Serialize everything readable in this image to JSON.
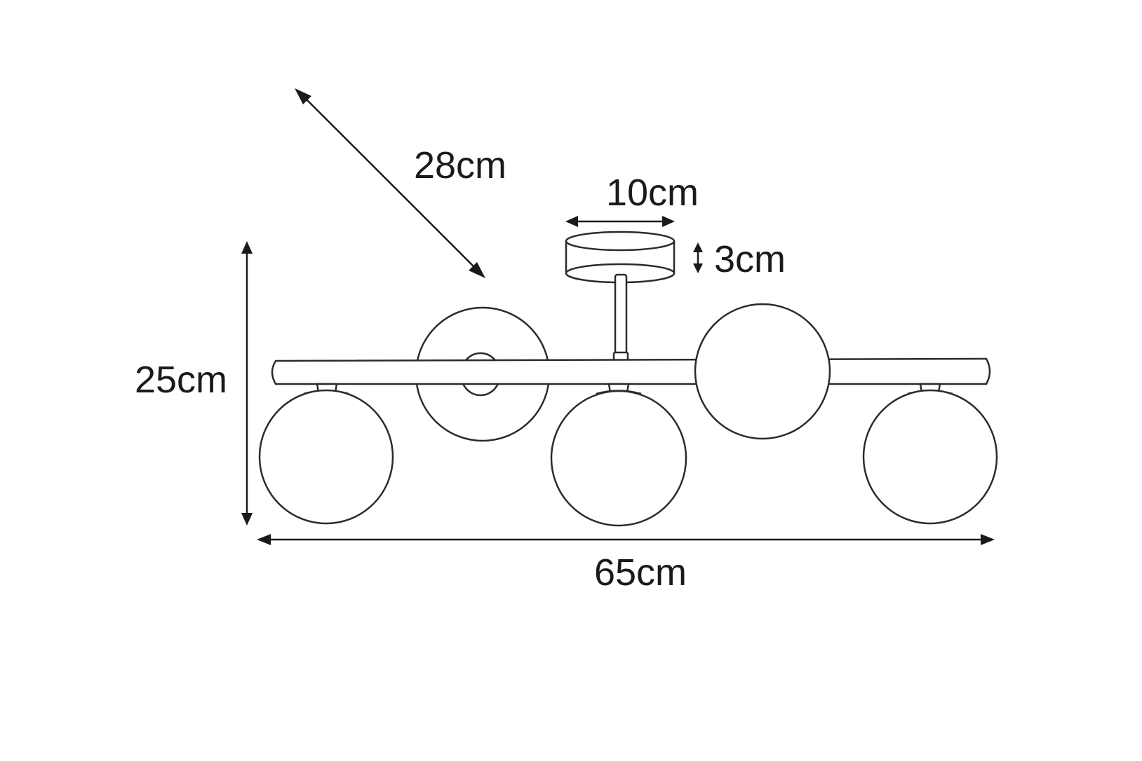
{
  "dimensions": {
    "depth": "28cm",
    "canopy_diameter": "10cm",
    "canopy_height": "3cm",
    "height": "25cm",
    "width": "65cm"
  },
  "colors": {
    "line": "#2b2b2b",
    "background": "#ffffff"
  }
}
